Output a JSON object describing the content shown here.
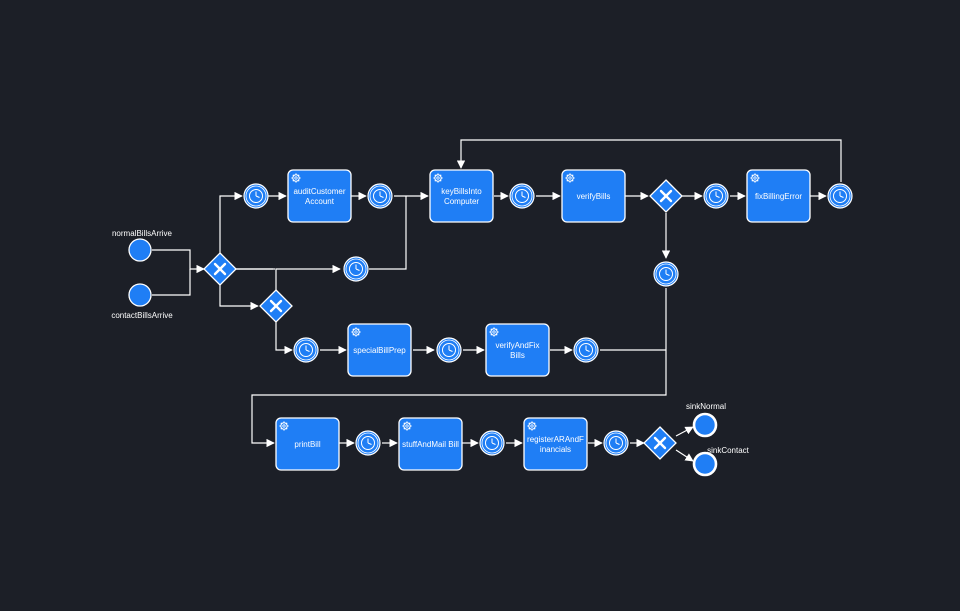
{
  "colors": {
    "background": "#1c1f27",
    "node_fill": "#1f7ef5",
    "stroke": "#ffffff"
  },
  "events": {
    "start_normal": "normalBillsArrive",
    "start_contact": "contactBillsArrive",
    "end_normal": "sinkNormal",
    "end_contact": "sinkContact"
  },
  "tasks": {
    "audit": [
      "auditCustomer",
      "Account"
    ],
    "key": [
      "keyBillsInto",
      "Computer"
    ],
    "verify": [
      "verifyBills"
    ],
    "fix": [
      "fixBillingError"
    ],
    "special": [
      "specialBillPrep"
    ],
    "verifyfix": [
      "verifyAndFix",
      "Bills"
    ],
    "print": [
      "printBill"
    ],
    "stuff": [
      "stuffAndMail Bill"
    ],
    "register": [
      "registerARAndF",
      "inancials"
    ]
  },
  "icons": {
    "task": "gear-icon",
    "timer": "clock-icon",
    "gateway": "exclusive-x-icon"
  }
}
